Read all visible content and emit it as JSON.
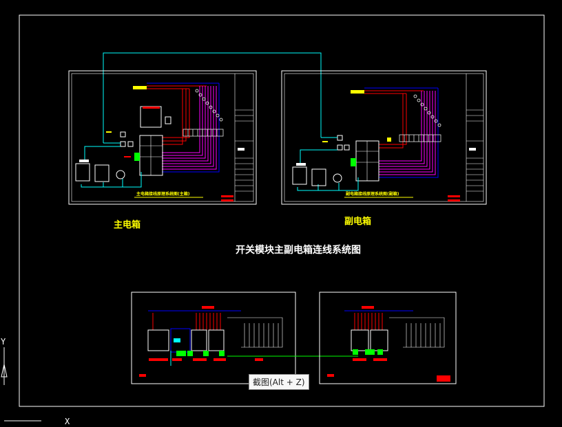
{
  "labels": {
    "main_box": "主电箱",
    "sub_box": "副电箱",
    "system_title": "开关模块主副电箱连线系统图"
  },
  "sheets": {
    "main_caption": "主电箱接线原理系统图(主箱)",
    "sub_caption": "副电箱接线原理系统图(副箱)"
  },
  "tooltip": {
    "text": "截图(Alt + Z)"
  },
  "ucs_icon": {
    "y_axis": "Y",
    "x_axis": "X"
  },
  "colors": {
    "background": "#000000",
    "frame": "#ffffff",
    "label_yellow": "#ffff00",
    "wire_cyan": "#00ffff",
    "wire_magenta": "#ff00ff",
    "wire_blue": "#0000ff",
    "wire_green": "#00ff00",
    "mark_red": "#ff0000"
  }
}
